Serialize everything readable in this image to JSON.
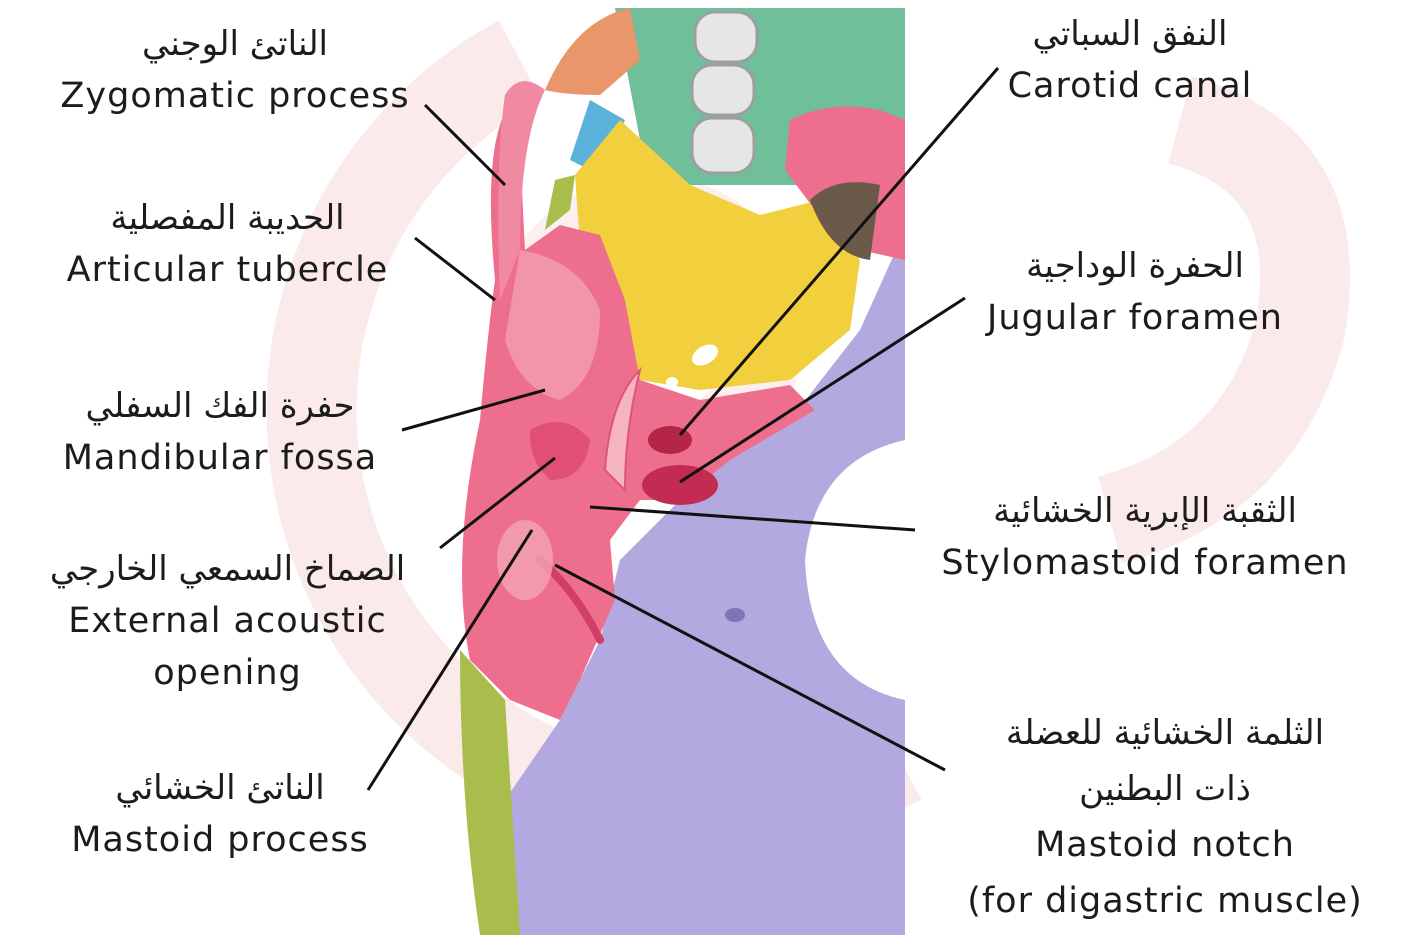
{
  "colors": {
    "watermark": "#fbeaea",
    "temporal_bone": "#ee6f8d",
    "sphenoid_bone": "#f2cf3c",
    "occipital_bone": "#b3a8df",
    "palatine_maxilla": "#6fbf9a",
    "zygomatic_bone": "#e9966a",
    "parietal_bone": "#a9bd4c",
    "vomer_region": "#5bb3dc",
    "leader_lines": "#111111"
  },
  "labels": {
    "zygomatic_process": {
      "ar": "الناتئ الوجني",
      "en": "Zygomatic process"
    },
    "articular_tubercle": {
      "ar": "الحديبة المفصلية",
      "en": "Articular tubercle"
    },
    "mandibular_fossa": {
      "ar": "حفرة الفك السفلي",
      "en": "Mandibular fossa"
    },
    "external_acoustic_opening": {
      "ar": "الصماخ السمعي الخارجي",
      "en1": "External acoustic",
      "en2": "opening"
    },
    "mastoid_process": {
      "ar": "الناتئ الخشائي",
      "en": "Mastoid process"
    },
    "carotid_canal": {
      "ar": "النفق السباتي",
      "en": "Carotid canal"
    },
    "jugular_foramen": {
      "ar": "الحفرة الوداجية",
      "en": "Jugular foramen"
    },
    "stylomastoid_foramen": {
      "ar": "الثقبة الإبرية الخشائية",
      "en": "Stylomastoid foramen"
    },
    "mastoid_notch": {
      "ar1": "الثلمة الخشائية للعضلة",
      "ar2": "ذات البطنين",
      "en1": "Mastoid notch",
      "en2": "(for digastric muscle)"
    }
  }
}
